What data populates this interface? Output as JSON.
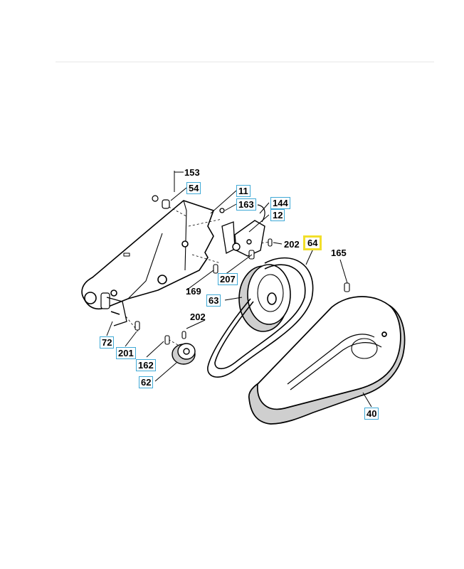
{
  "callouts": {
    "p153": "153",
    "p54": "54",
    "p11": "11",
    "p163": "163",
    "p144": "144",
    "p12": "12",
    "p202a": "202",
    "p64": "64",
    "p165": "165",
    "p207": "207",
    "p169": "169",
    "p63": "63",
    "p202b": "202",
    "p72": "72",
    "p201": "201",
    "p162": "162",
    "p62": "62",
    "p40": "40"
  },
  "colors": {
    "callout_border": "#3fa9d6",
    "highlight_border": "#f2df2a",
    "line": "#000000",
    "shade": "#cfcfcf"
  }
}
